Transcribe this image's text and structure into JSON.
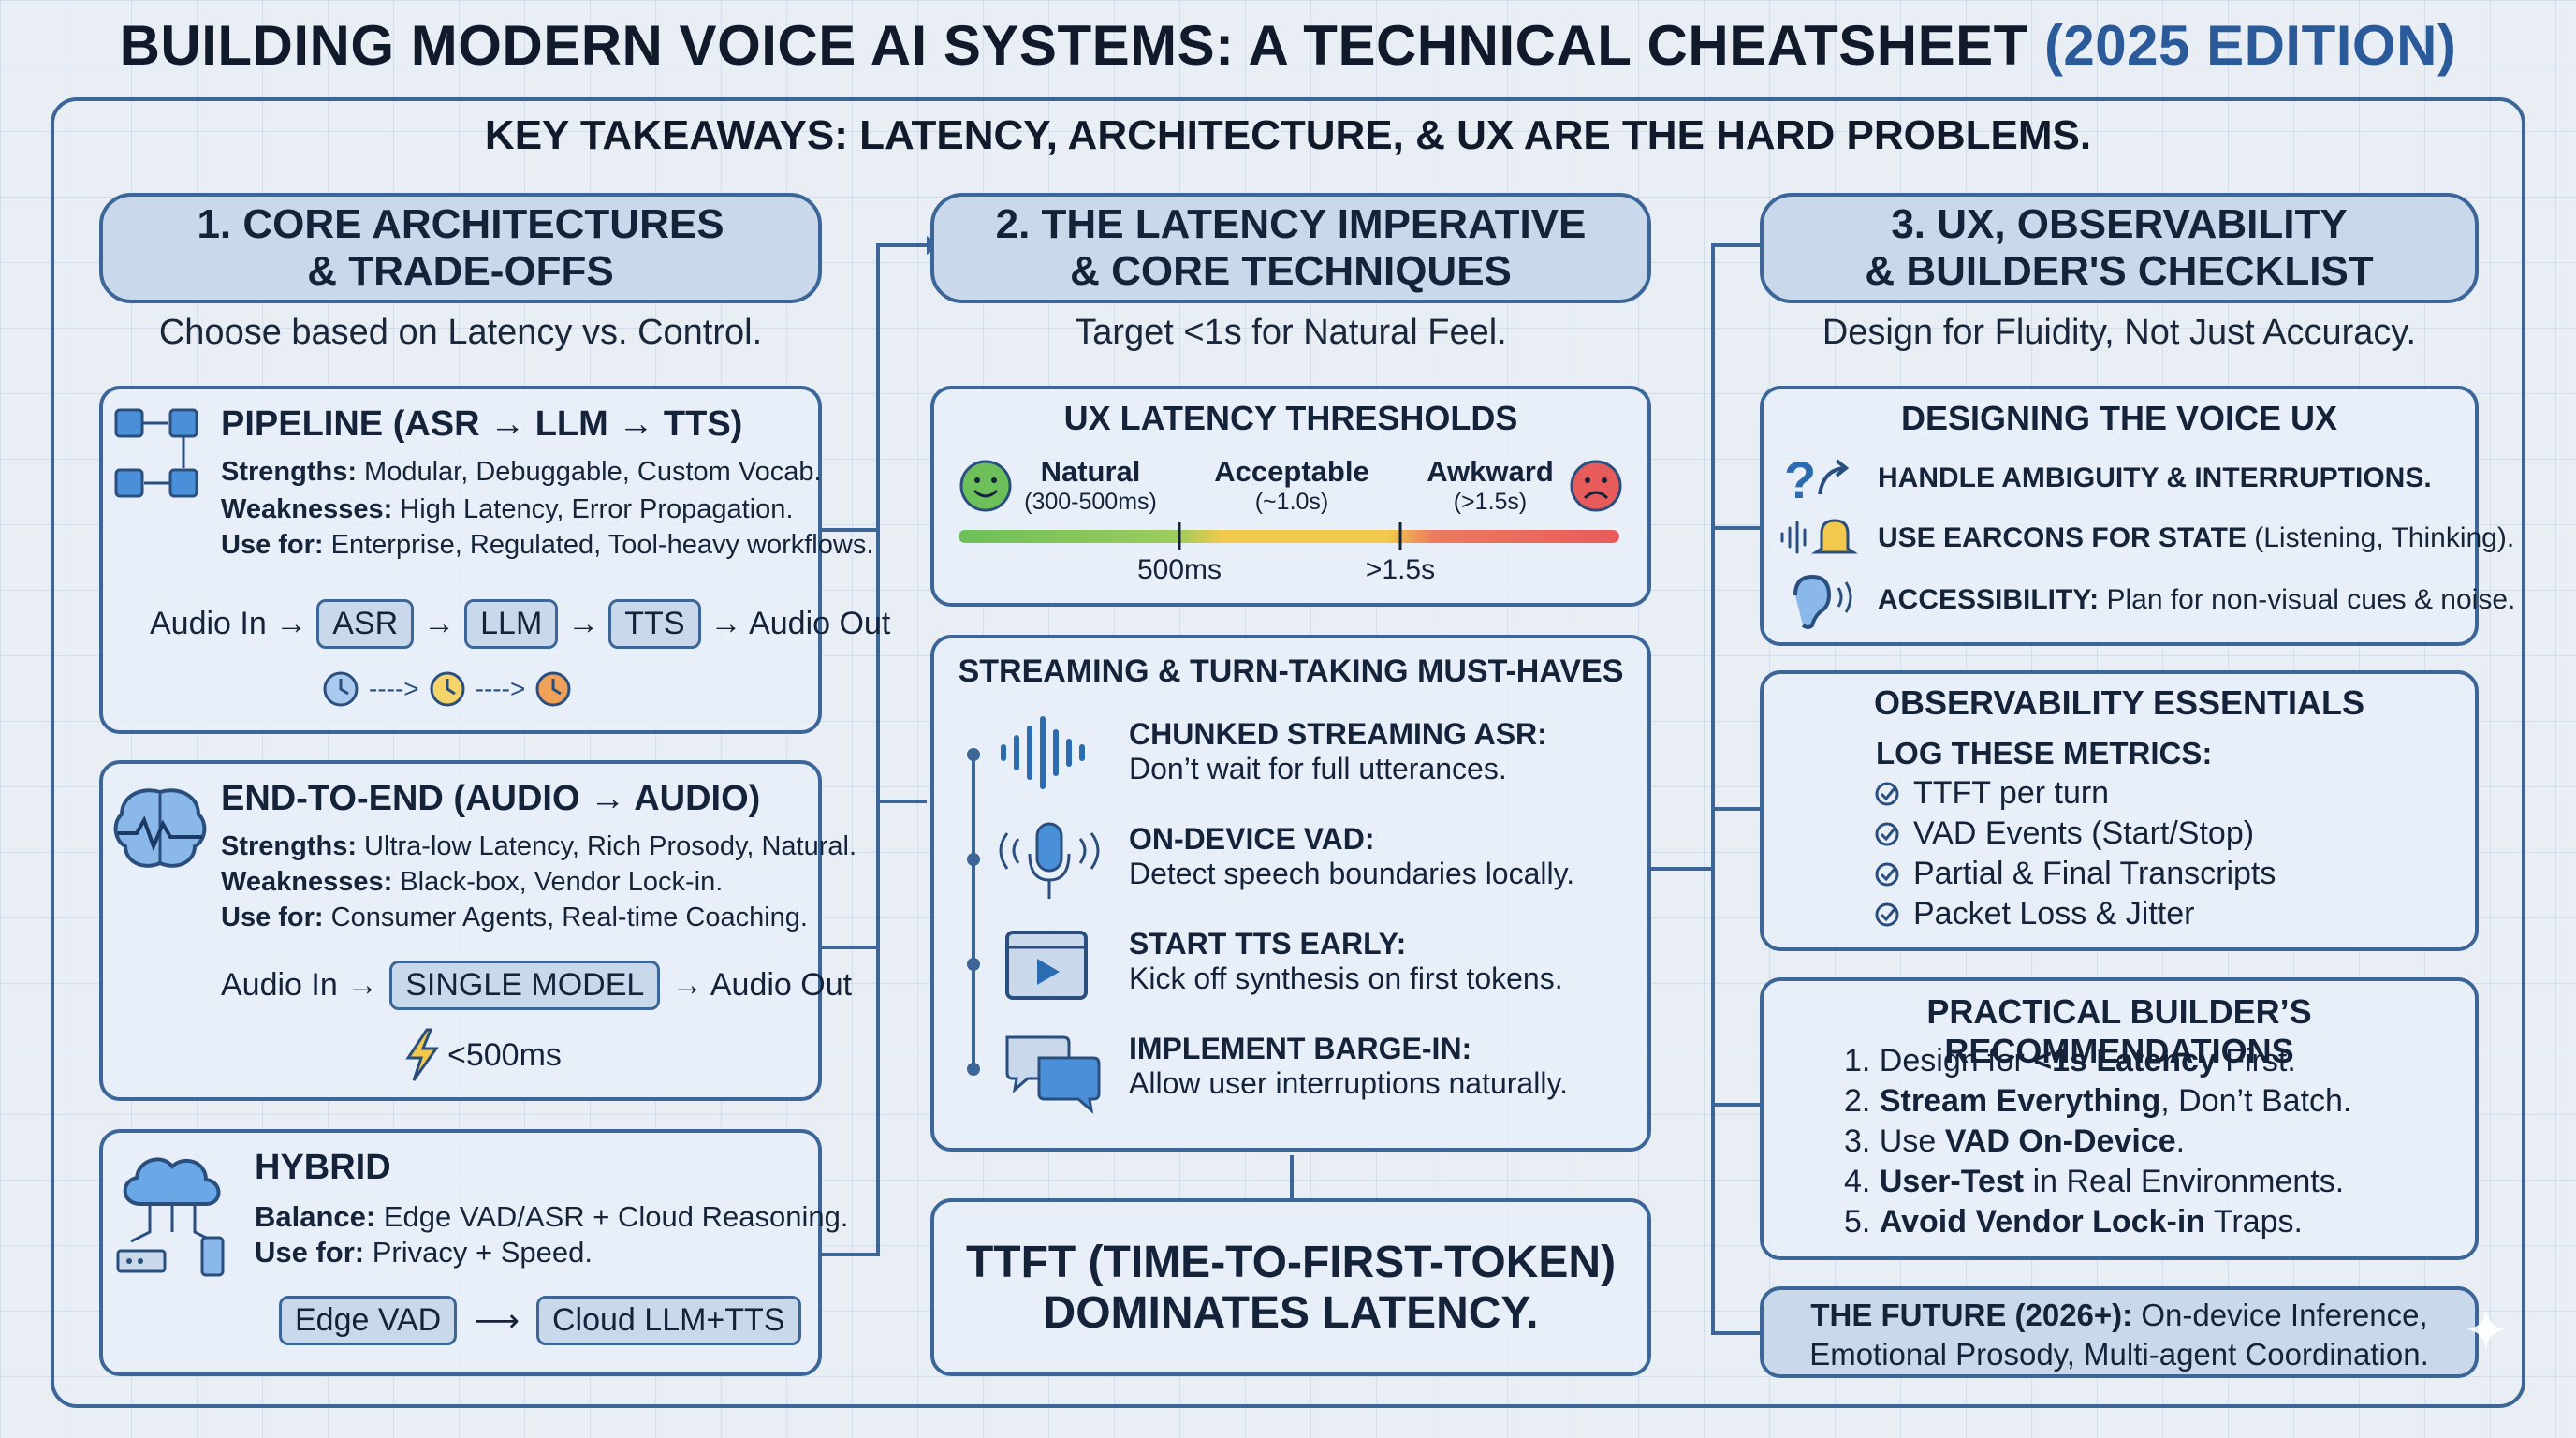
{
  "title": "BUILDING MODERN VOICE AI SYSTEMS: A TECHNICAL CHEATSHEET",
  "title_edition": "(2025 EDITION)",
  "takeaways": "KEY TAKEAWAYS: LATENCY, ARCHITECTURE, & UX ARE THE HARD PROBLEMS.",
  "colors": {
    "accent": "#3b6697",
    "pill": "#c9d8ea",
    "green": "#6dbf5a",
    "yellow": "#f2c94c",
    "red": "#e85b5b",
    "edition": "#2b5a9a"
  },
  "col1": {
    "header_l1": "1. CORE ARCHITECTURES",
    "header_l2": "& TRADE-OFFS",
    "subtitle": "Choose based on Latency vs. Control.",
    "pipeline": {
      "title": "PIPELINE (ASR → LLM → TTS)",
      "s_label": "Strengths:",
      "s_text": " Modular, Debuggable, Custom Vocab.",
      "w_label": "Weaknesses:",
      "w_text": " High Latency, Error Propagation.",
      "u_label": "Use for:",
      "u_text": " Enterprise, Regulated, Tool-heavy workflows.",
      "flow_in": "Audio In →",
      "chip1": "ASR",
      "arrow1": "→",
      "chip2": "LLM",
      "arrow2": "→",
      "chip3": "TTS",
      "flow_out": "→ Audio Out",
      "dash1": "---->",
      "dash2": "---->"
    },
    "e2e": {
      "title": "END-TO-END (AUDIO → AUDIO)",
      "s_label": "Strengths:",
      "s_text": " Ultra-low Latency, Rich Prosody, Natural.",
      "w_label": "Weaknesses:",
      "w_text": " Black-box, Vendor Lock-in.",
      "u_label": "Use for:",
      "u_text": " Consumer Agents, Real-time Coaching.",
      "flow_in": "Audio In →",
      "chip": "SINGLE MODEL",
      "flow_out": "→ Audio Out",
      "latency": "<500ms"
    },
    "hybrid": {
      "title": "HYBRID",
      "b_label": "Balance:",
      "b_text": " Edge VAD/ASR + Cloud Reasoning.",
      "u_label": "Use for:",
      "u_text": " Privacy + Speed.",
      "chip1": "Edge VAD",
      "arrow": "⟶",
      "chip2": "Cloud LLM+TTS"
    }
  },
  "col2": {
    "header_l1": "2. THE LATENCY IMPERATIVE",
    "header_l2": "& CORE TECHNIQUES",
    "subtitle": "Target <1s for Natural Feel.",
    "thresholds": {
      "title": "UX LATENCY THRESHOLDS",
      "natural": "Natural",
      "natural_range": "(300-500ms)",
      "acceptable": "Acceptable",
      "acceptable_range": "(~1.0s)",
      "awkward": "Awkward",
      "awkward_range": "(>1.5s)",
      "tick1": "500ms",
      "tick2": ">1.5s"
    },
    "streaming": {
      "title": "STREAMING & TURN-TAKING MUST-HAVES",
      "items": [
        {
          "title": "CHUNKED STREAMING ASR:",
          "text": "Don’t wait for full utterances.",
          "icon": "waveform-icon"
        },
        {
          "title": "ON-DEVICE VAD:",
          "text": "Detect speech boundaries locally.",
          "icon": "microphone-icon"
        },
        {
          "title": "START TTS EARLY:",
          "text": "Kick off synthesis on first tokens.",
          "icon": "play-window-icon"
        },
        {
          "title": "IMPLEMENT BARGE-IN:",
          "text": "Allow user interruptions naturally.",
          "icon": "chat-bubbles-icon"
        }
      ]
    },
    "ttft_l1": "TTFT (TIME-TO-FIRST-TOKEN)",
    "ttft_l2": "DOMINATES LATENCY."
  },
  "col3": {
    "header_l1": "3. UX, OBSERVABILITY",
    "header_l2": "& BUILDER'S CHECKLIST",
    "subtitle": "Design for Fluidity, Not Just Accuracy.",
    "voice_ux": {
      "title": "DESIGNING THE VOICE UX",
      "item1_b": "HANDLE AMBIGUITY & INTERRUPTIONS.",
      "item1_t": "",
      "item2_b": "USE EARCONS FOR STATE",
      "item2_t": " (Listening, Thinking).",
      "item3_b": "ACCESSIBILITY:",
      "item3_t": " Plan for non-visual cues & noise."
    },
    "observability": {
      "title": "OBSERVABILITY ESSENTIALS",
      "log_title": "LOG THESE METRICS:",
      "items": [
        "TTFT per turn",
        "VAD Events (Start/Stop)",
        "Partial & Final Transcripts",
        "Packet Loss & Jitter"
      ]
    },
    "recommendations": {
      "title": "PRACTICAL BUILDER’S RECOMMENDATIONS",
      "r1_a": "1. Design for ",
      "r1_b": "<1s Latency",
      "r1_c": " First.",
      "r2_a": "2. ",
      "r2_b": "Stream Everything",
      "r2_c": ", Don’t Batch.",
      "r3_a": "3. Use ",
      "r3_b": "VAD On-Device",
      "r3_c": ".",
      "r4_a": "4. ",
      "r4_b": "User-Test",
      "r4_c": " in Real Environments.",
      "r5_a": "5. ",
      "r5_b": "Avoid Vendor Lock-in",
      "r5_c": " Traps."
    },
    "future_label": "THE FUTURE (2026+):",
    "future_text1": " On-device Inference,",
    "future_text2": "Emotional Prosody, Multi-agent Coordination."
  }
}
